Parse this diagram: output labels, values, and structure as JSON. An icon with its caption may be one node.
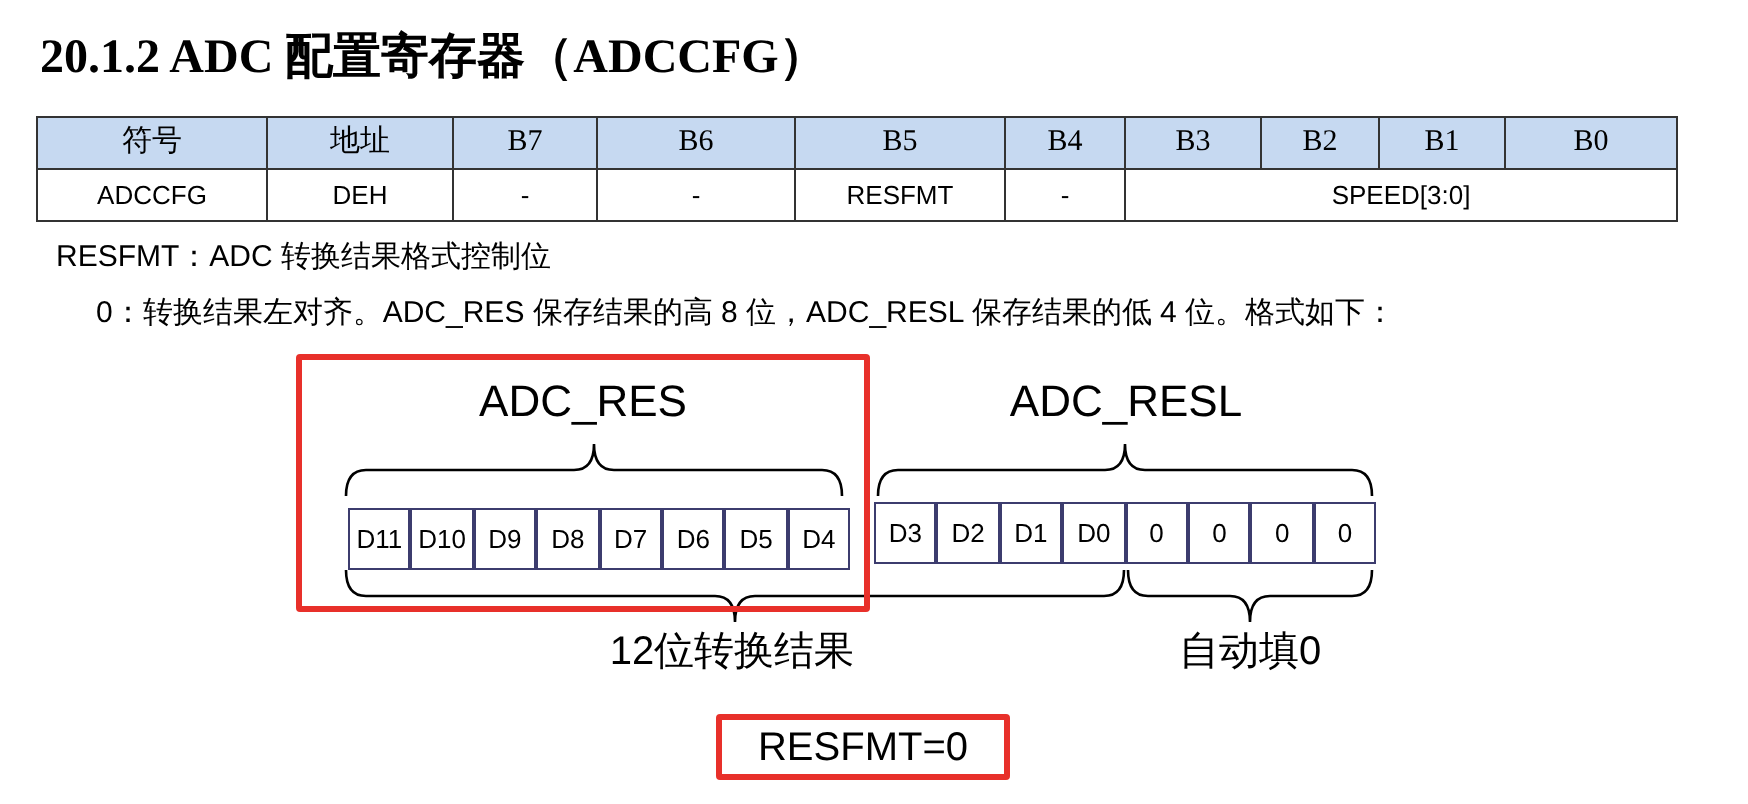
{
  "diagram": {
    "title": "20.1.2 ADC 配置寄存器（ADCCFG）",
    "nodes": [
      {
        "text": [
          "ADC_RES"
        ]
      },
      {
        "text": [
          "D11"
        ],
        "in": 0
      },
      {
        "text": [
          "D10"
        ],
        "in": 0
      },
      {
        "text": [
          "D9"
        ],
        "in": 0
      },
      {
        "text": [
          "D8"
        ],
        "in": 0
      },
      {
        "text": [
          "D7"
        ],
        "in": 0
      },
      {
        "text": [
          "D6"
        ],
        "in": 0
      },
      {
        "text": [
          "D5"
        ],
        "in": 0
      },
      {
        "text": [
          "D4"
        ],
        "in": 0
      },
      {
        "text": [
          "D3"
        ]
      },
      {
        "text": [
          "D2"
        ]
      },
      {
        "text": [
          "D1"
        ]
      },
      {
        "text": [
          "D0"
        ]
      },
      {
        "text": [
          "0"
        ]
      },
      {
        "text": [
          "0"
        ]
      },
      {
        "text": [
          "0"
        ]
      },
      {
        "text": [
          "0"
        ]
      },
      {
        "text": [
          "RESFMT=0"
        ]
      }
    ],
    "edges": [],
    "labels": [
      "符号",
      "地址",
      "B7",
      "B6",
      "B5",
      "B4",
      "B3",
      "B2",
      "B1",
      "B0",
      "ADCCFG",
      "DEH",
      "-",
      "-",
      "RESFMT",
      "-",
      "SPEED[3:0]",
      "RESFMT：ADC 转换结果格式控制位",
      "0：转换结果左对齐。ADC_RES 保存结果的高 8 位，ADC_RESL 保存结果的低 4 位。格式如下：",
      "ADC_RESL",
      "12位转换结果",
      "自动填0"
    ]
  }
}
